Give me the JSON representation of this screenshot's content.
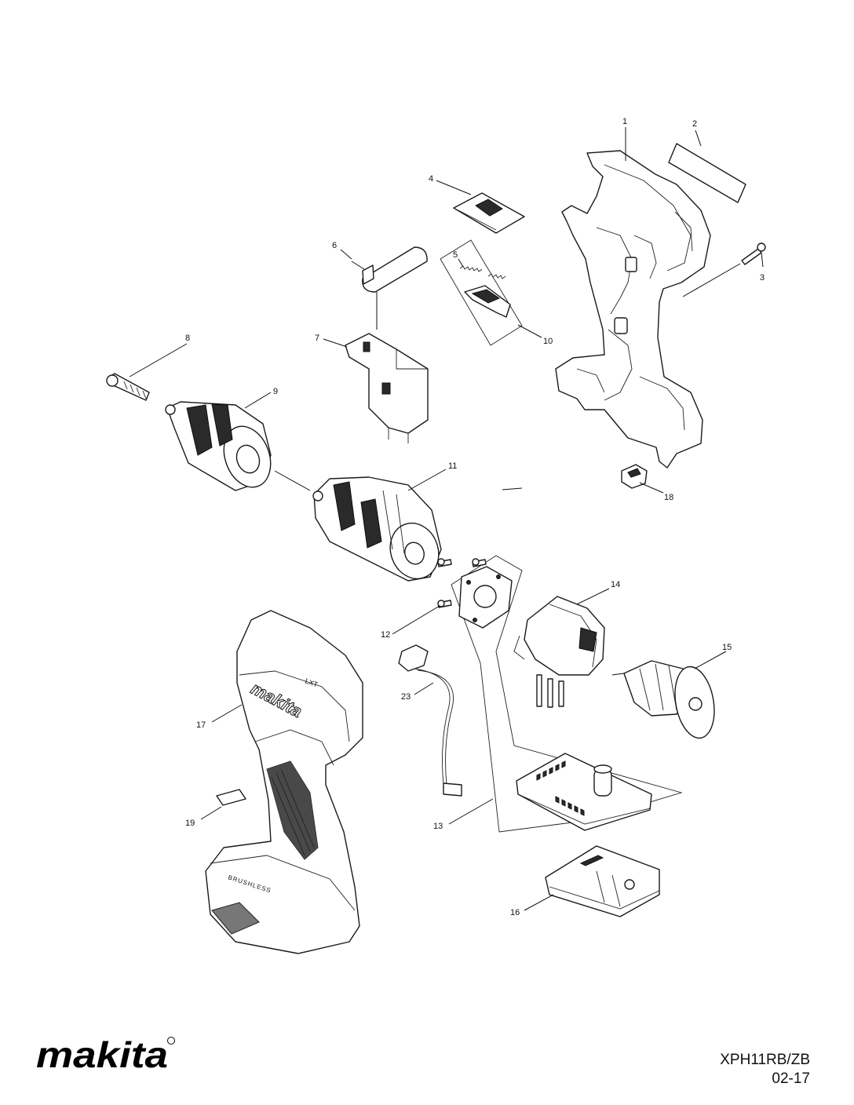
{
  "brand": {
    "logo_text": "makita"
  },
  "footer": {
    "model": "XPH11RB/ZB",
    "date": "02-17"
  },
  "callouts": [
    "1",
    "2",
    "3",
    "4",
    "5",
    "6",
    "7",
    "8",
    "9",
    "10",
    "11",
    "12",
    "13",
    "14",
    "15",
    "16",
    "17",
    "18",
    "19",
    "23"
  ],
  "housing_text": {
    "logo": "makita",
    "badge": "LXT",
    "brushless": "BRUSHLESS"
  }
}
